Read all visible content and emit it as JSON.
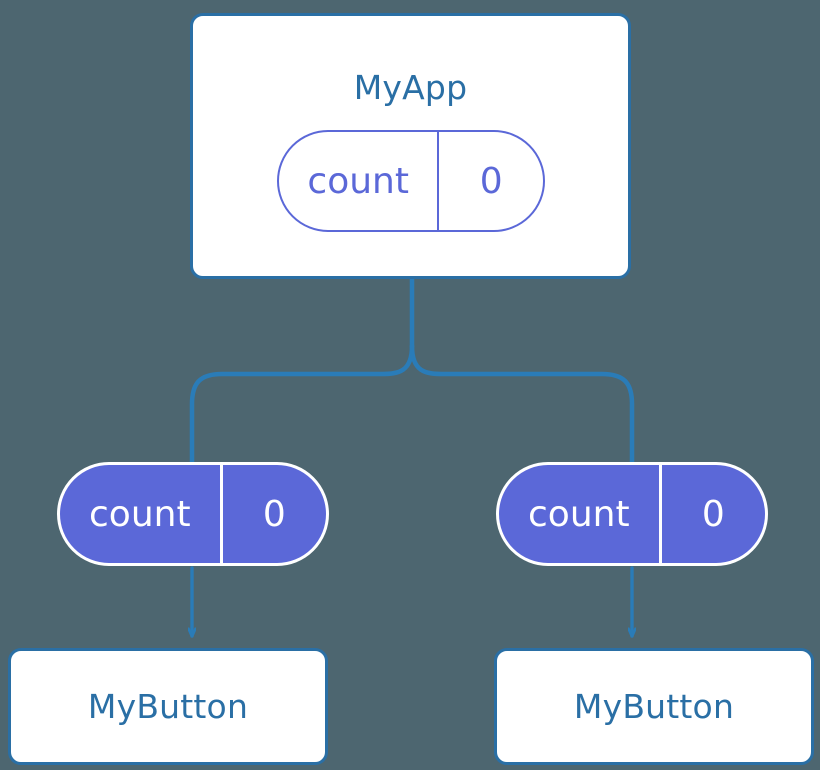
{
  "diagram": {
    "title": "MyApp",
    "background_color": "#4d6670",
    "accent_border_color": "#2a6fa5",
    "state_color": "#5b68d8",
    "card_fill_color": "#ffffff"
  },
  "root": {
    "component_name": "MyApp",
    "state": {
      "key": "count",
      "value": "0"
    }
  },
  "children": [
    {
      "props": {
        "key": "count",
        "value": "0"
      },
      "component_name": "MyButton"
    },
    {
      "props": {
        "key": "count",
        "value": "0"
      },
      "component_name": "MyButton"
    }
  ]
}
